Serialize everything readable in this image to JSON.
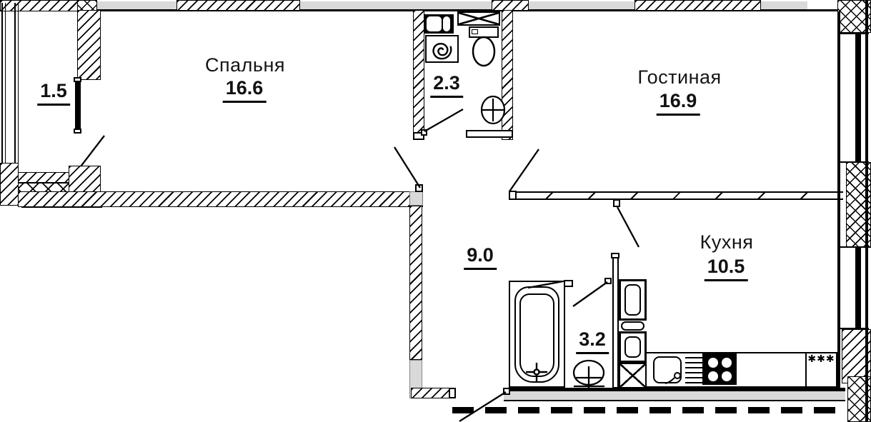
{
  "plan": {
    "rooms": {
      "bedroom": {
        "name": "Спальня",
        "area": "16.6"
      },
      "living": {
        "name": "Гостиная",
        "area": "16.9"
      },
      "kitchen": {
        "name": "Кухня",
        "area": "10.5"
      },
      "hallway": {
        "area": "9.0"
      },
      "bathroom": {
        "area": "3.2"
      },
      "wc": {
        "area": "2.3"
      },
      "balcony": {
        "area": "1.5"
      }
    },
    "symbols": {
      "refrigerator_stars": "✱✱✱"
    },
    "colors": {
      "line": "#000000",
      "window_band": "#d9d9d9",
      "background": "#ffffff"
    }
  }
}
